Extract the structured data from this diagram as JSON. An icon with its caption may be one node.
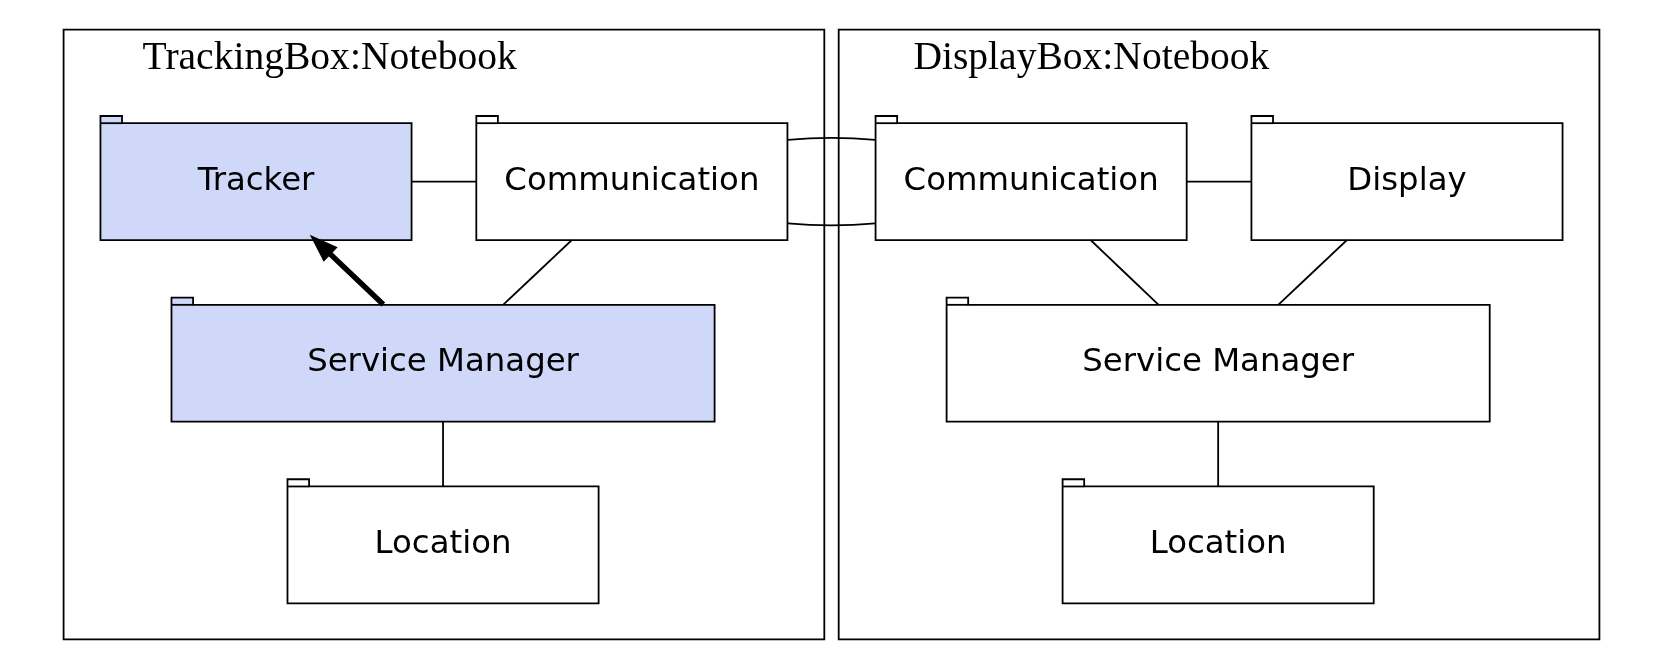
{
  "diagram": {
    "nodes": [
      {
        "text": [
          "TrackingBox:Notebook"
        ]
      },
      {
        "text": [
          "Tracker"
        ],
        "in": 0
      },
      {
        "text": [
          "Communication"
        ],
        "in": 0
      },
      {
        "text": [
          "Service Manager"
        ],
        "in": 0
      },
      {
        "text": [
          "Location"
        ],
        "in": 0
      },
      {
        "text": [
          "DisplayBox:Notebook"
        ]
      },
      {
        "text": [
          "Communication"
        ],
        "in": 5
      },
      {
        "text": [
          "Display"
        ],
        "in": 5
      },
      {
        "text": [
          "Service Manager"
        ],
        "in": 5
      },
      {
        "text": [
          "Location"
        ],
        "in": 5
      }
    ],
    "edges": [
      {
        "from": 1,
        "to": 2,
        "arrow": "none"
      },
      {
        "from": 2,
        "to": 3,
        "arrow": "none"
      },
      {
        "from": 3,
        "to": 1,
        "arrow": "to",
        "style": "thick"
      },
      {
        "from": 3,
        "to": 4,
        "arrow": "none"
      },
      {
        "from": 2,
        "to": 6,
        "arrow": "none"
      },
      {
        "from": 6,
        "to": 7,
        "arrow": "none"
      },
      {
        "from": 6,
        "to": 8,
        "arrow": "none"
      },
      {
        "from": 7,
        "to": 8,
        "arrow": "none"
      },
      {
        "from": 8,
        "to": 9,
        "arrow": "none"
      }
    ]
  }
}
